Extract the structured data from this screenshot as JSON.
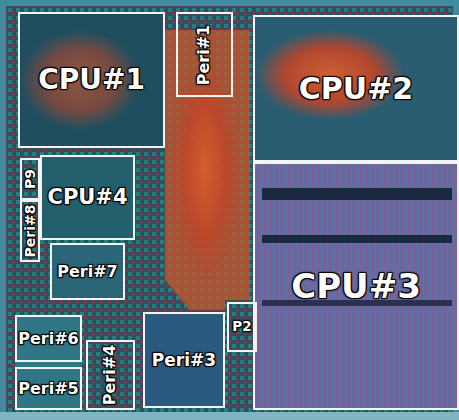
{
  "diagram": {
    "nodes": [
      {
        "text": [
          "CPU#1"
        ]
      },
      {
        "text": [
          "Peri#1"
        ]
      },
      {
        "text": [
          "CPU#2"
        ]
      },
      {
        "text": [
          "P9"
        ]
      },
      {
        "text": [
          "CPU#4"
        ]
      },
      {
        "text": [
          "Peri#8"
        ]
      },
      {
        "text": [
          "Peri#7"
        ]
      },
      {
        "text": [
          "CPU#3"
        ]
      },
      {
        "text": [
          "P2"
        ]
      },
      {
        "text": [
          "Peri#6"
        ]
      },
      {
        "text": [
          "Peri#4"
        ]
      },
      {
        "text": [
          "Peri#3"
        ]
      },
      {
        "text": [
          "Peri#5"
        ]
      }
    ]
  }
}
